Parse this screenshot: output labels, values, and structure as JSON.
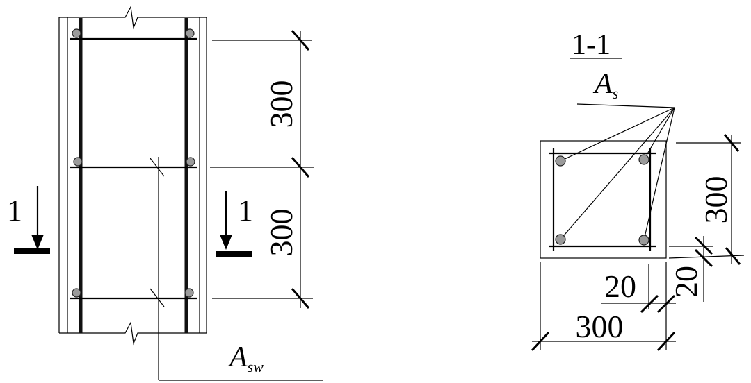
{
  "elevation": {
    "dim_top": "300",
    "dim_bottom": "300",
    "section_left": "1",
    "section_right": "1",
    "asw_main": "A",
    "asw_sub": "sw"
  },
  "section": {
    "title": "1-1",
    "as_main": "A",
    "as_sub": "s",
    "dim_height": "300",
    "dim_cover_v": "20",
    "dim_cover_h": "20",
    "dim_width": "300"
  }
}
